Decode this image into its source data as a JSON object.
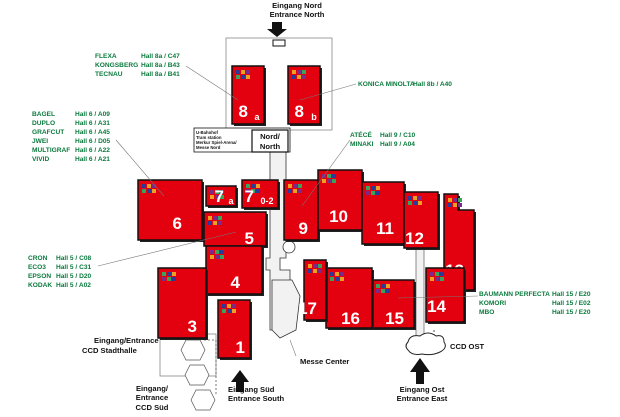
{
  "colors": {
    "hall": "#e3000f",
    "exhibitor_text": "#0b7a3e",
    "outline": "#111111",
    "booth_a": "#2b3a9a",
    "booth_b": "#f0a020",
    "booth_c": "#7a2a8a",
    "booth_d": "#3aa35a"
  },
  "entrances": {
    "north": {
      "line1": "Eingang Nord",
      "line2": "Entrance North"
    },
    "south": {
      "line1": "Eingang Süd",
      "line2": "Entrance South"
    },
    "east": {
      "line1": "Eingang Ost",
      "line2": "Entrance East"
    },
    "ccd_stadthalle": {
      "line1": "Eingang/Entrance",
      "line2": "CCD Stadthalle"
    },
    "ccd_sued": {
      "line1": "Eingang/",
      "line2": "Entrance",
      "line3": "CCD Süd"
    }
  },
  "places": {
    "ccd_ost": "CCD OST",
    "messe_center": "Messe Center",
    "nord_north": {
      "line1": "Nord/",
      "line2": "North"
    },
    "ubahn": [
      "U-Bahnhof",
      "Tram station",
      "Merkur Spiel-Arena/",
      "Messe Nord"
    ]
  },
  "halls": [
    {
      "id": "8a",
      "num": "8",
      "sub": "a"
    },
    {
      "id": "8b",
      "num": "8",
      "sub": "b"
    },
    {
      "id": "7a",
      "num": "7",
      "sub": "a"
    },
    {
      "id": "7.0-2",
      "num": "7",
      "sub": "0-2"
    },
    {
      "id": "6",
      "num": "6",
      "sub": ""
    },
    {
      "id": "5",
      "num": "5",
      "sub": ""
    },
    {
      "id": "4",
      "num": "4",
      "sub": ""
    },
    {
      "id": "3",
      "num": "3",
      "sub": ""
    },
    {
      "id": "1",
      "num": "1",
      "sub": ""
    },
    {
      "id": "9",
      "num": "9",
      "sub": ""
    },
    {
      "id": "10",
      "num": "10",
      "sub": ""
    },
    {
      "id": "11",
      "num": "11",
      "sub": ""
    },
    {
      "id": "12",
      "num": "12",
      "sub": ""
    },
    {
      "id": "13",
      "num": "13",
      "sub": ""
    },
    {
      "id": "14",
      "num": "14",
      "sub": ""
    },
    {
      "id": "15",
      "num": "15",
      "sub": ""
    },
    {
      "id": "16",
      "num": "16",
      "sub": ""
    },
    {
      "id": "17",
      "num": "17",
      "sub": ""
    }
  ],
  "exhibitor_groups": [
    {
      "id": "hall8a",
      "items": [
        {
          "name": "FLEXA",
          "stand": "Hall 8a / C47"
        },
        {
          "name": "KONGSBERG",
          "stand": "Hall 8a / B43"
        },
        {
          "name": "TECNAU",
          "stand": "Hall 8a / B41"
        }
      ]
    },
    {
      "id": "hall8b",
      "items": [
        {
          "name": "KONICA MINOLTA",
          "stand": "Hall 8b / A40"
        }
      ]
    },
    {
      "id": "hall6",
      "items": [
        {
          "name": "BAGEL",
          "stand": "Hall 6 / A09"
        },
        {
          "name": "DUPLO",
          "stand": "Hall 6 / A31"
        },
        {
          "name": "GRAFCUT",
          "stand": "Hall 6 / A45"
        },
        {
          "name": "JWEI",
          "stand": "Hall 6 / D05"
        },
        {
          "name": "MULTIGRAF",
          "stand": "Hall 6 / A22"
        },
        {
          "name": "VIVID",
          "stand": "Hall 6 / A21"
        }
      ]
    },
    {
      "id": "hall9",
      "items": [
        {
          "name": "ATÉCÉ",
          "stand": "Hall 9 / C10"
        },
        {
          "name": "MINAKI",
          "stand": "Hall 9 / A04"
        }
      ]
    },
    {
      "id": "hall5",
      "items": [
        {
          "name": "CRON",
          "stand": "Hall 5 / C08"
        },
        {
          "name": "ECO3",
          "stand": "Hall 5 / C31"
        },
        {
          "name": "EPSON",
          "stand": "Hall 5 / D20"
        },
        {
          "name": "KODAK",
          "stand": "Hall 5 / A02"
        }
      ]
    },
    {
      "id": "hall15",
      "items": [
        {
          "name": "BAUMANN PERFECTA",
          "stand": "Hall 15 / E20"
        },
        {
          "name": "KOMORI",
          "stand": "Hall 15 / E02"
        },
        {
          "name": "MBO",
          "stand": "Hall 15 / E20"
        }
      ]
    }
  ]
}
